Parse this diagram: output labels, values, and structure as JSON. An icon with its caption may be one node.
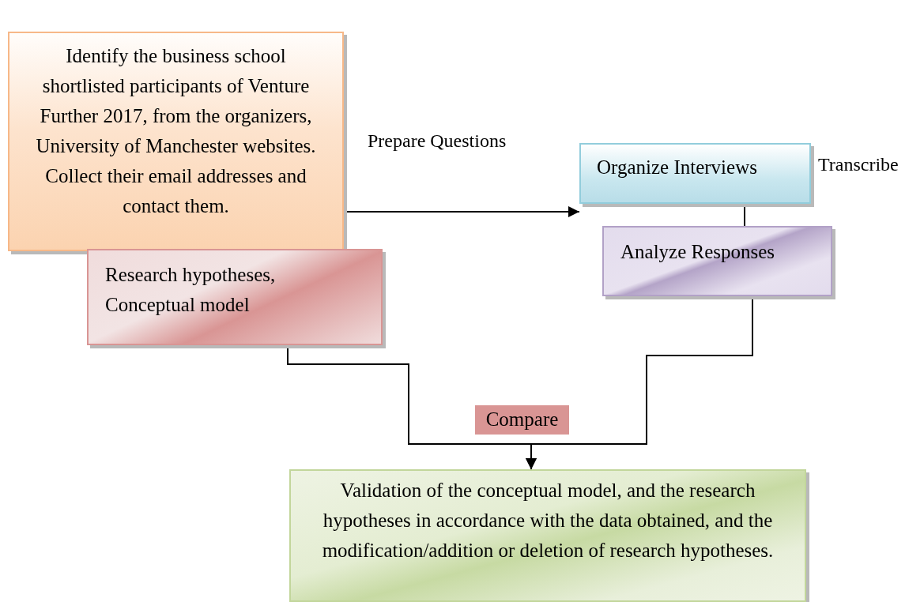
{
  "diagram": {
    "nodes": [
      {
        "text": [
          "Identify the business school shortlisted participants of Venture Further 2017, from the organizers, University of Manchester websites. Collect their email addresses and contact them."
        ]
      },
      {
        "text": [
          "Research hypotheses, Conceptual model"
        ]
      },
      {
        "text": [
          "Organize Interviews"
        ],
        "beside": [
          "Transcribe"
        ]
      },
      {
        "text": [
          "Analyze Responses"
        ]
      },
      {
        "text": [
          "Compare"
        ]
      },
      {
        "text": [
          "Validation of the conceptual model, and the research hypotheses in accordance with the data obtained, and the modification/addition or deletion of research hypotheses."
        ]
      }
    ],
    "edges": [
      {
        "from": 0,
        "to": 2,
        "arrow": "to",
        "label": "Prepare Questions"
      },
      {
        "from": 2,
        "to": 3,
        "arrow": "none"
      },
      {
        "from": 1,
        "to": 5,
        "arrow": "to"
      },
      {
        "from": 3,
        "to": 5,
        "arrow": "to"
      }
    ]
  }
}
